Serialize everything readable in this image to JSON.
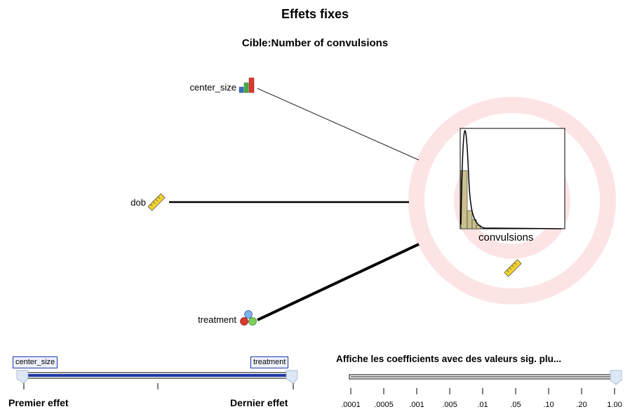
{
  "title": "Effets fixes",
  "subtitle": "Cible:Number of convulsions",
  "predictors": [
    {
      "label": "center_size",
      "icon": "ordinal-bar-icon"
    },
    {
      "label": "dob",
      "icon": "ruler-icon"
    },
    {
      "label": "treatment",
      "icon": "nominal-circles-icon"
    }
  ],
  "target": {
    "label": "convulsions",
    "icon": "ruler-icon"
  },
  "effect_slider": {
    "left_tag": "center_size",
    "right_tag": "treatment",
    "left_caption": "Premier effet",
    "right_caption": "Dernier effet"
  },
  "sig_slider": {
    "caption": "Affiche les coefficients avec des valeurs sig. plu...",
    "ticks": [
      ".0001",
      ".0005",
      ".001",
      ".005",
      ".01",
      ".05",
      ".10",
      ".20",
      "1.00"
    ]
  },
  "colors": {
    "target_ring": "#fde0e0",
    "histogram_fill": "#c9c08c",
    "slider_track": "#1f3aa6"
  }
}
